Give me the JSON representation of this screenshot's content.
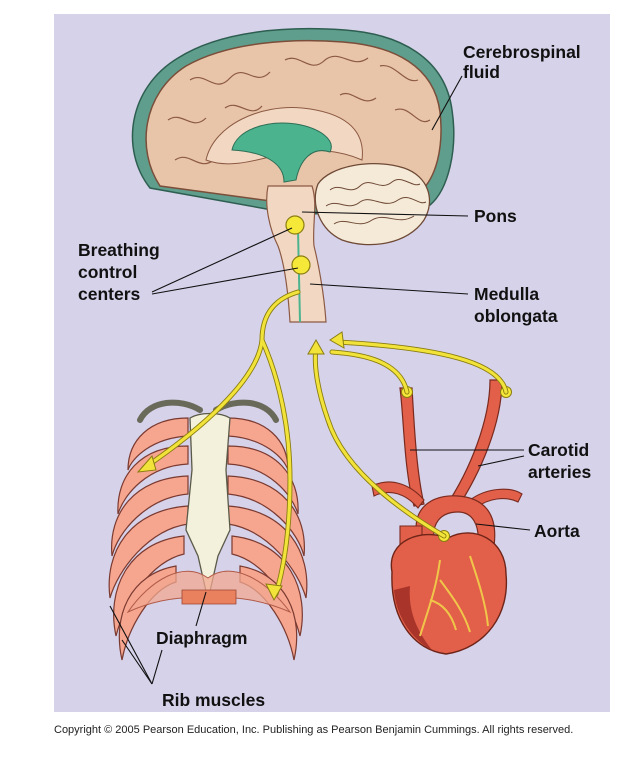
{
  "labels": {
    "cerebrospinal_fluid": [
      "Cerebrospinal",
      "fluid"
    ],
    "pons": "Pons",
    "breathing_control_centers": [
      "Breathing",
      "control",
      "centers"
    ],
    "medulla_oblongata": [
      "Medulla",
      "oblongata"
    ],
    "carotid_arteries": [
      "Carotid",
      "arteries"
    ],
    "aorta": "Aorta",
    "diaphragm": "Diaphragm",
    "rib_muscles": "Rib muscles"
  },
  "copyright": "Copyright ©  2005 Pearson Education, Inc. Publishing as Pearson Benjamin Cummings. All rights reserved.",
  "colors": {
    "panel_background": "#d6d2ea",
    "brain_outer": "#5f9e8c",
    "brain_tissue": "#e8c4a8",
    "csf": "#4cb38f",
    "stem": "#f2d8c2",
    "nerve": "#f2e33a",
    "rib": "#f6a58f",
    "heart": "#e25f49"
  }
}
